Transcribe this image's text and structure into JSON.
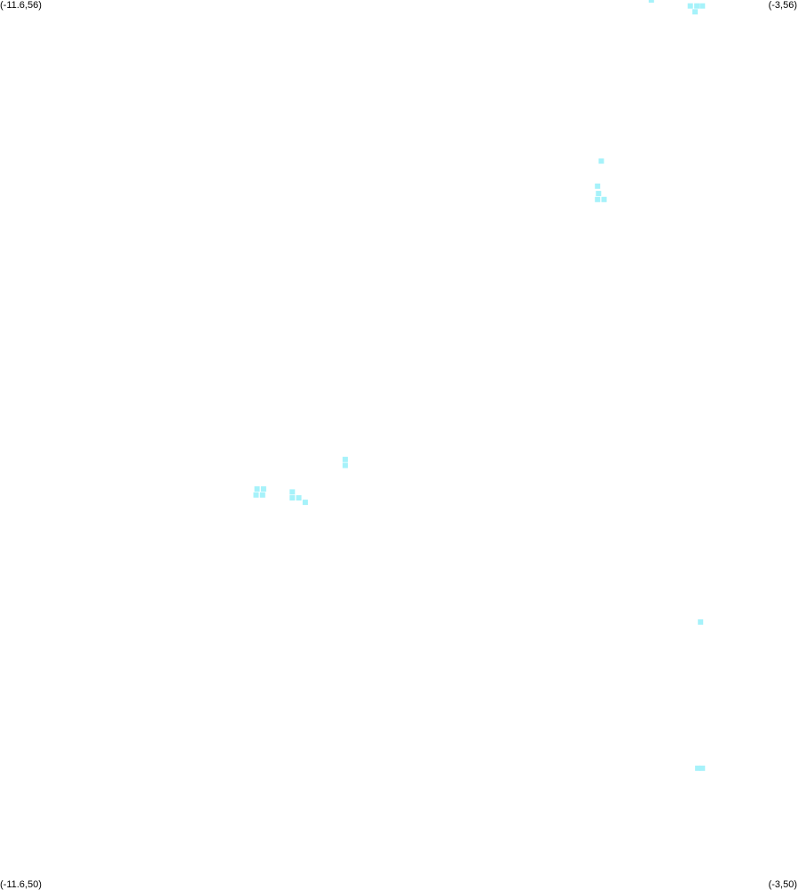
{
  "corners": {
    "top_left": "(-11.6,56)",
    "top_right": "(-3,56)",
    "bottom_left": "(-11.6,50)",
    "bottom_right": "(-3,50)"
  },
  "extent": {
    "xmin": -11.6,
    "xmax": -3,
    "ymin": 50,
    "ymax": 56
  },
  "marker_color": "#a6f2fa",
  "points": [
    [
      -4.58,
      56.0
    ],
    [
      -4.16,
      55.96
    ],
    [
      -4.09,
      55.96
    ],
    [
      -4.03,
      55.96
    ],
    [
      -4.11,
      55.92
    ],
    [
      -5.12,
      54.91
    ],
    [
      -5.16,
      54.74
    ],
    [
      -5.15,
      54.69
    ],
    [
      -5.16,
      54.65
    ],
    [
      -5.09,
      54.65
    ],
    [
      -7.88,
      52.89
    ],
    [
      -7.88,
      52.85
    ],
    [
      -8.83,
      52.69
    ],
    [
      -8.76,
      52.69
    ],
    [
      -8.84,
      52.65
    ],
    [
      -8.77,
      52.65
    ],
    [
      -8.45,
      52.67
    ],
    [
      -8.45,
      52.63
    ],
    [
      -8.38,
      52.63
    ],
    [
      -8.31,
      52.6
    ],
    [
      -4.05,
      51.79
    ],
    [
      -4.08,
      50.8
    ],
    [
      -4.03,
      50.8
    ]
  ]
}
